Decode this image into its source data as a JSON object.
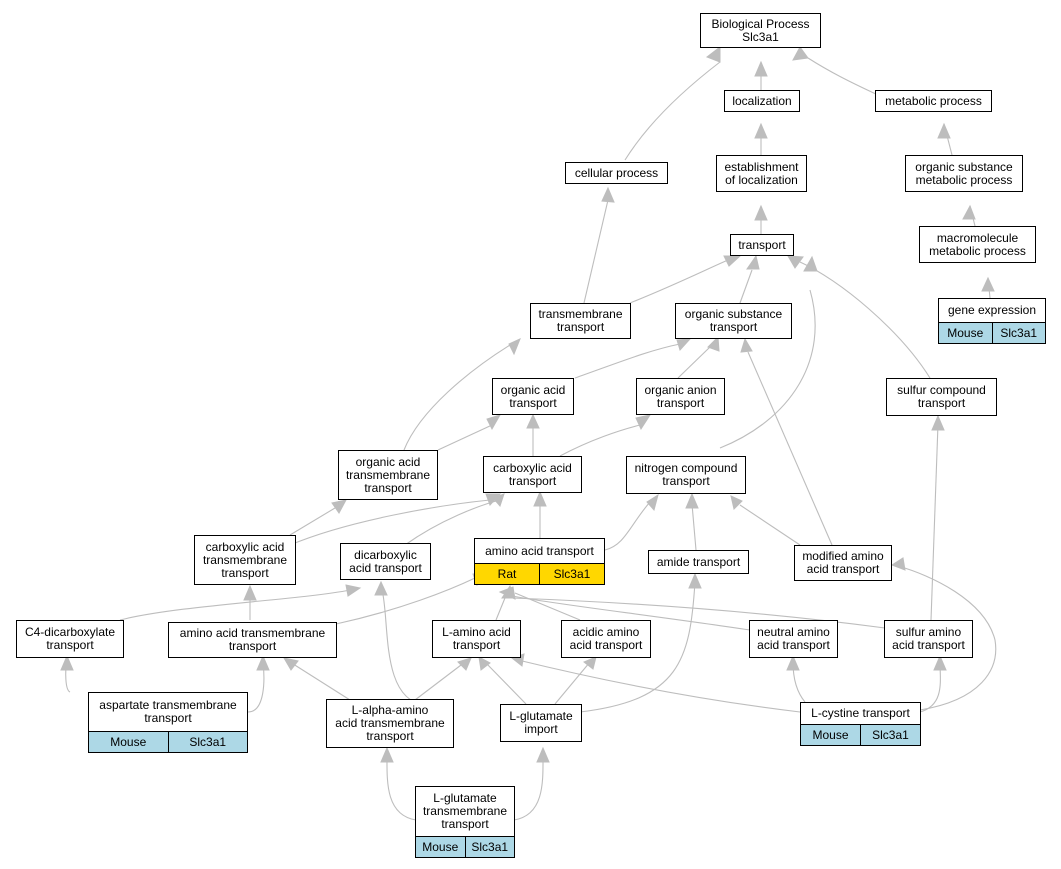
{
  "nodes": {
    "root": "Biological Process\nSlc3a1",
    "localization": "localization",
    "metabolic_process": "metabolic process",
    "cellular_process": "cellular process",
    "establishment_of_localization": "establishment\nof localization",
    "organic_substance_metabolic_process": "organic substance\nmetabolic process",
    "transport": "transport",
    "macromolecule_metabolic_process": "macromolecule\nmetabolic process",
    "gene_expression": "gene expression",
    "transmembrane_transport": "transmembrane\ntransport",
    "organic_substance_transport": "organic substance\ntransport",
    "organic_acid_transport": "organic acid\ntransport",
    "organic_anion_transport": "organic anion\ntransport",
    "sulfur_compound_transport": "sulfur compound\ntransport",
    "organic_acid_transmembrane_transport": "organic acid\ntransmembrane\ntransport",
    "carboxylic_acid_transport": "carboxylic acid\ntransport",
    "nitrogen_compound_transport": "nitrogen compound\ntransport",
    "carboxylic_acid_transmembrane_transport": "carboxylic acid\ntransmembrane\ntransport",
    "dicarboxylic_acid_transport": "dicarboxylic\nacid transport",
    "amino_acid_transport": "amino acid transport",
    "amide_transport": "amide transport",
    "modified_amino_acid_transport": "modified amino\nacid transport",
    "c4_dicarboxylate_transport": "C4-dicarboxylate\ntransport",
    "amino_acid_transmembrane_transport": "amino acid transmembrane\ntransport",
    "l_amino_acid_transport": "L-amino acid\ntransport",
    "acidic_amino_acid_transport": "acidic amino\nacid transport",
    "neutral_amino_acid_transport": "neutral amino\nacid transport",
    "sulfur_amino_acid_transport": "sulfur amino\nacid transport",
    "aspartate_transmembrane_transport": "aspartate transmembrane\ntransport",
    "l_alpha_amino_acid_transmembrane_transport": "L-alpha-amino\nacid transmembrane\ntransport",
    "l_glutamate_import": "L-glutamate\nimport",
    "l_cystine_transport": "L-cystine transport",
    "l_glutamate_transmembrane_transport": "L-glutamate\ntransmembrane\ntransport"
  },
  "badges": {
    "gene_expression": [
      "Mouse",
      "Slc3a1"
    ],
    "amino_acid_transport": [
      "Rat",
      "Slc3a1"
    ],
    "aspartate_transmembrane_transport": [
      "Mouse",
      "Slc3a1"
    ],
    "l_cystine_transport": [
      "Mouse",
      "Slc3a1"
    ],
    "l_glutamate_transmembrane_transport": [
      "Mouse",
      "Slc3a1"
    ]
  },
  "colors": {
    "mouse_badge": "#add8e6",
    "rat_badge": "#ffd700",
    "edge": "#bdbdbd",
    "node_border": "#000000"
  }
}
